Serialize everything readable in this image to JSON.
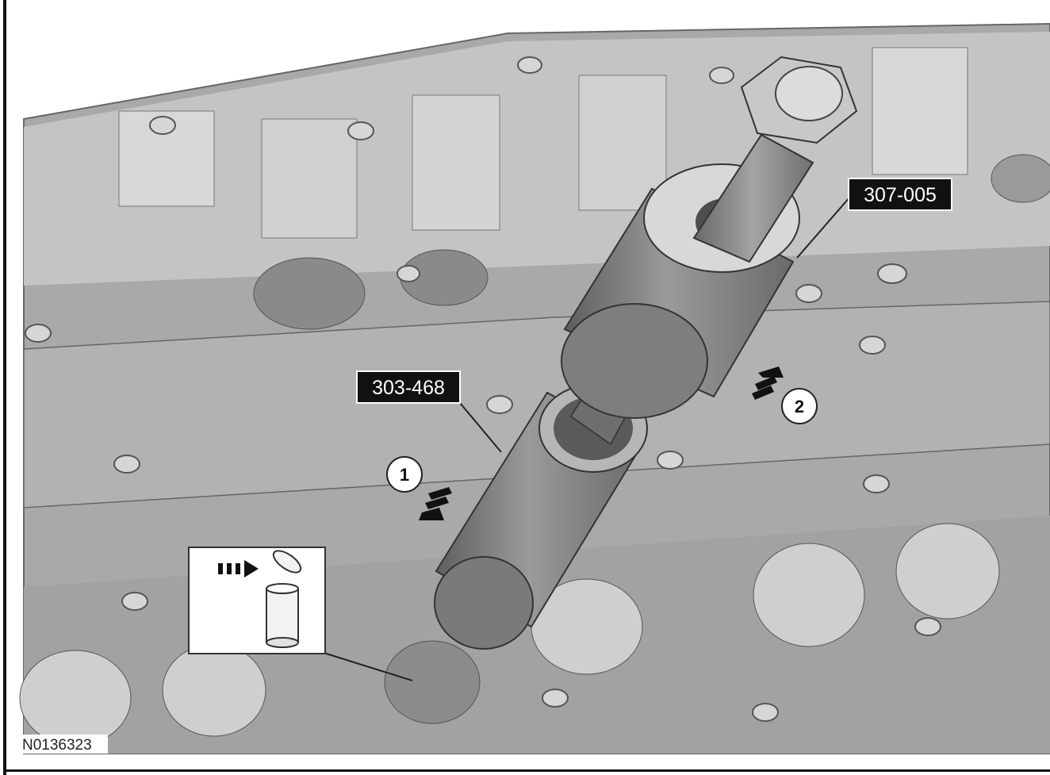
{
  "figure_id": "N0136323",
  "tools": {
    "installer": "307-005",
    "remover": "303-468"
  },
  "steps": {
    "first": "1",
    "second": "2"
  },
  "icons": {
    "discard": "waste-bin-icon"
  },
  "colors": {
    "metal": "#a9a9a9",
    "metal_light": "#d2d2d2",
    "metal_dark": "#7a7a7a",
    "tool": "#8f8f8f",
    "label_bg": "#111111",
    "label_text": "#ffffff"
  }
}
